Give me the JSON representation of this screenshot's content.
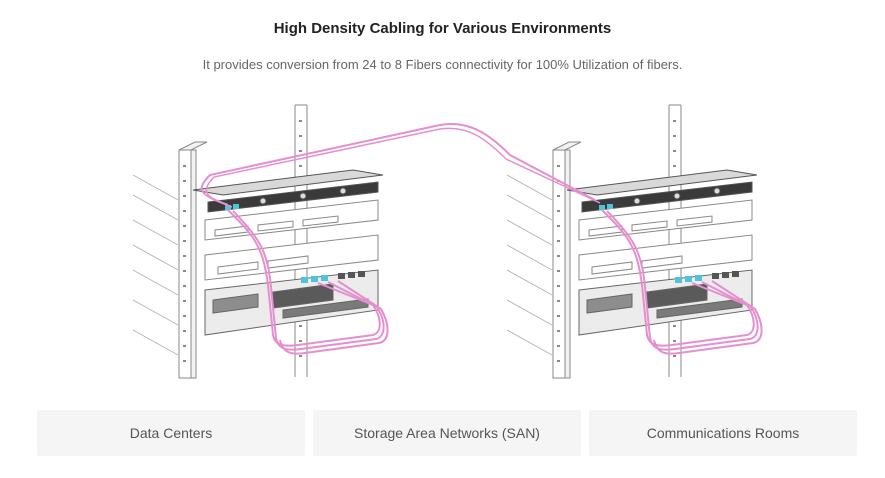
{
  "header": {
    "title": "High Density Cabling for Various Environments",
    "subtitle": "It provides conversion from 24 to 8 Fibers connectivity for 100% Utilization of fibers."
  },
  "diagram": {
    "cable_color": "#e58fcf",
    "rack_line_color": "#8a8a8a",
    "panel_color": "#3a3a3a",
    "port_accent_color": "#4fc3d9"
  },
  "cards": [
    {
      "label": "Data Centers"
    },
    {
      "label": "Storage Area Networks (SAN)"
    },
    {
      "label": "Communications Rooms"
    }
  ]
}
